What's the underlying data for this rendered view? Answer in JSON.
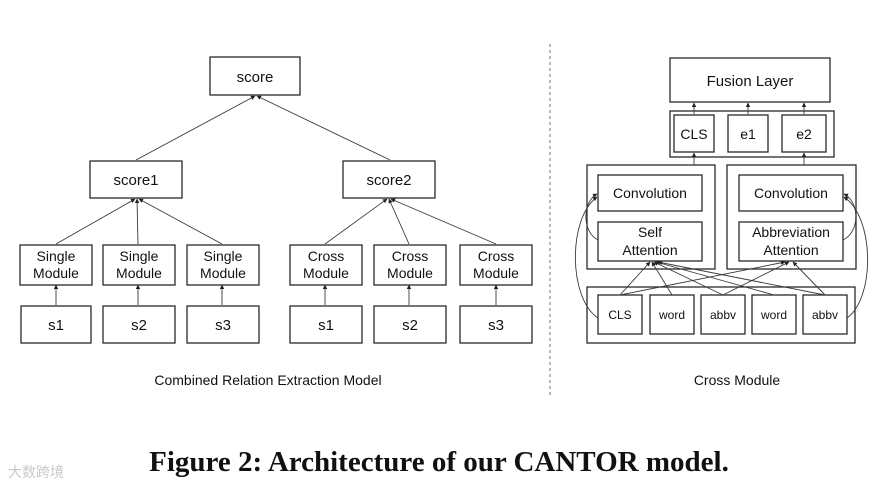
{
  "left_panel": {
    "caption": "Combined Relation Extraction Model",
    "top": "score",
    "mid_left": "score1",
    "mid_right": "score2",
    "modules": [
      [
        "Single",
        "Module"
      ],
      [
        "Single",
        "Module"
      ],
      [
        "Single",
        "Module"
      ],
      [
        "Cross",
        "Module"
      ],
      [
        "Cross",
        "Module"
      ],
      [
        "Cross",
        "Module"
      ]
    ],
    "inputs": [
      "s1",
      "s2",
      "s3",
      "s1",
      "s2",
      "s3"
    ]
  },
  "right_panel": {
    "caption": "Cross Module",
    "fusion": "Fusion Layer",
    "outputs": [
      "CLS",
      "e1",
      "e2"
    ],
    "left_branch": {
      "conv": "Convolution",
      "attn": [
        "Self",
        "Attention"
      ]
    },
    "right_branch": {
      "conv": "Convolution",
      "attn": [
        "Abbreviation",
        "Attention"
      ]
    },
    "tokens": [
      "CLS",
      "word",
      "abbv",
      "word",
      "abbv"
    ]
  },
  "figure_title": "Figure 2: Architecture of our CANTOR model.",
  "watermark": "大数跨境"
}
